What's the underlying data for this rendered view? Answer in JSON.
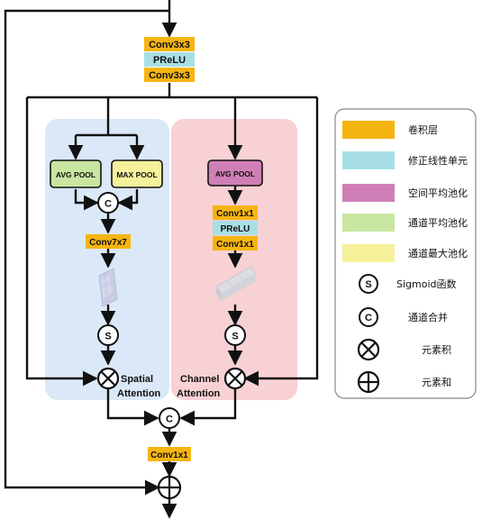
{
  "colors": {
    "conv": "#f5b511",
    "prelu": "#a8dfe6",
    "spatial_pool": "#c8e6a0",
    "max_pool": "#f6f29b",
    "channel_pool": "#d07fb6",
    "spatial_bg": "#dbe8f7",
    "channel_bg": "#f7d1d3",
    "legend_border": "#888888",
    "line": "#111111"
  },
  "trunk": {
    "conv_top": "Conv3x3",
    "prelu": "PReLU",
    "conv_bottom": "Conv3x3"
  },
  "spatial_branch": {
    "avg_pool": "AVG POOL",
    "max_pool": "MAX POOL",
    "concat_symbol": "C",
    "conv": "Conv7x7",
    "sigmoid_symbol": "S",
    "label_line1": "Spatial",
    "label_line2": "Attention"
  },
  "channel_branch": {
    "avg_pool": "AVG POOL",
    "conv1": "Conv1x1",
    "prelu": "PReLU",
    "conv2": "Conv1x1",
    "sigmoid_symbol": "S",
    "label_line1": "Channel",
    "label_line2": "Attention"
  },
  "merge": {
    "concat_symbol": "C",
    "conv": "Conv1x1"
  },
  "legend": {
    "items": [
      {
        "kind": "conv",
        "label": "卷积层"
      },
      {
        "kind": "prelu",
        "label": "修正线性单元"
      },
      {
        "kind": "channel_pool",
        "label": "空间平均池化"
      },
      {
        "kind": "spatial_pool",
        "label": "通道平均池化"
      },
      {
        "kind": "max_pool",
        "label": "通道最大池化"
      },
      {
        "kind": "sigmoid",
        "symbol": "S",
        "label": "Sigmoid函数"
      },
      {
        "kind": "concat",
        "symbol": "C",
        "label": "通道合并"
      },
      {
        "kind": "mul",
        "label": "元素积"
      },
      {
        "kind": "add",
        "label": "元素和"
      }
    ]
  }
}
